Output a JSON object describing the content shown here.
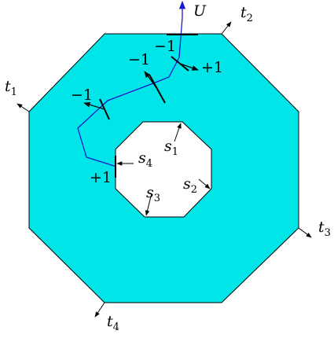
{
  "colors": {
    "region_fill": "#00e5e8",
    "outline": "#000000",
    "path": "#1a1acc",
    "hole": "#ffffff"
  },
  "labels": {
    "U": "U",
    "t1": "t",
    "t1_sub": "1",
    "t2": "t",
    "t2_sub": "2",
    "t3": "t",
    "t3_sub": "3",
    "t4": "t",
    "t4_sub": "4",
    "s1": "s",
    "s1_sub": "1",
    "s2": "s",
    "s2_sub": "2",
    "s3": "s",
    "s3_sub": "3",
    "s4": "s",
    "s4_sub": "4"
  },
  "crossings": {
    "c1": "−1",
    "c2": "+1",
    "c3": "−1",
    "c4": "−1",
    "c5": "+1"
  }
}
